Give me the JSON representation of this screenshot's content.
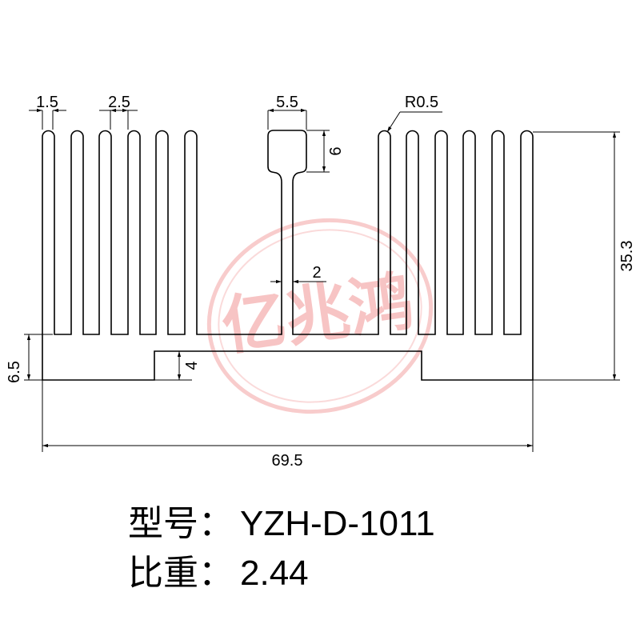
{
  "drawing": {
    "dimensions": {
      "fin_thickness": "1.5",
      "fin_gap": "2.5",
      "tab_width": "5.5",
      "tab_height": "6",
      "radius": "R0.5",
      "total_height": "35.3",
      "stem_width": "2",
      "base_height": "6.5",
      "step_height": "4",
      "total_width": "69.5"
    },
    "watermark": {
      "text": "亿兆鸿",
      "color": "#f08080"
    },
    "line_color": "#000000"
  },
  "spec": {
    "model_label": "型号：",
    "model_value": "YZH-D-1011",
    "weight_label": "比重：",
    "weight_value": "2.44"
  }
}
